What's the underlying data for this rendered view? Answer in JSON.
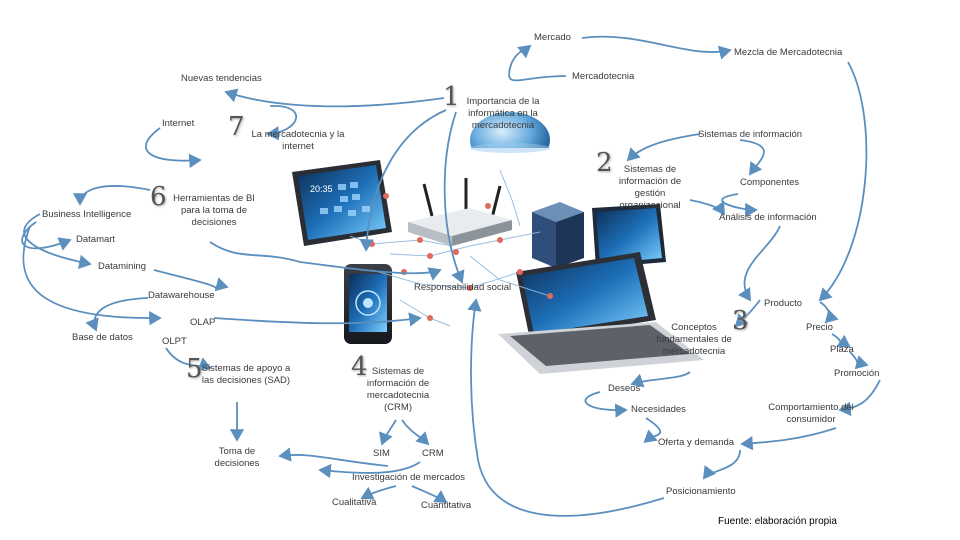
{
  "colors": {
    "arrow": "#5b8fbe",
    "node_dot": "#e06a5a",
    "text": "#3a3a3a"
  },
  "numbers": {
    "n1": "1",
    "n2": "2",
    "n3": "3",
    "n4": "4",
    "n5": "5",
    "n6": "6",
    "n7": "7"
  },
  "labels": {
    "mercado": "Mercado",
    "mezcla": "Mezcla de Mercadotecnia",
    "mercadotecnia": "Mercadotecnia",
    "nuevas_tendencias": "Nuevas tendencias",
    "importancia": "Importancia de la informática en la mercadotecnia",
    "internet": "Internet",
    "mercadotecnia_internet": "La mercadotecnia y la internet",
    "sistemas_informacion": "Sistemas de información",
    "sistemas_gestion": "Sistemas de información de gestión organizacional",
    "componentes": "Componentes",
    "analisis": "Análisis de información",
    "business_intelligence": "Business Intelligence",
    "herramientas_bi": "Herramientas de BI para la toma de decisiones",
    "datamart": "Datamart",
    "datamining": "Datamining",
    "responsabilidad": "Responsabilidad social",
    "datawarehouse": "Datawarehouse",
    "producto": "Producto",
    "olap": "OLAP",
    "base_datos": "Base de datos",
    "olpt": "OLPT",
    "conceptos": "Conceptos fundamentales de mercadotecnia",
    "precio": "Precio",
    "plaza": "Plaza",
    "sad": "Sistemas de apoyo a las decisiones (SAD)",
    "crm_sistemas": "Sistemas de información de mercadotecnia (CRM)",
    "promocion": "Promoción",
    "deseos": "Deseos",
    "necesidades": "Necesidades",
    "comportamiento": "Comportamiento del consumidor",
    "toma_decisiones": "Toma de decisiones",
    "sim": "SIM",
    "crm": "CRM",
    "oferta": "Oferta y demanda",
    "investigacion": "Investigación de mercados",
    "posicionamiento": "Posicionamiento",
    "cualitativa": "Cualitativa",
    "cuantitativa": "Cuantitativa",
    "fuente": "Fuente: elaboración propia"
  },
  "illustration": {
    "tablet_screen_time": "20:35"
  }
}
